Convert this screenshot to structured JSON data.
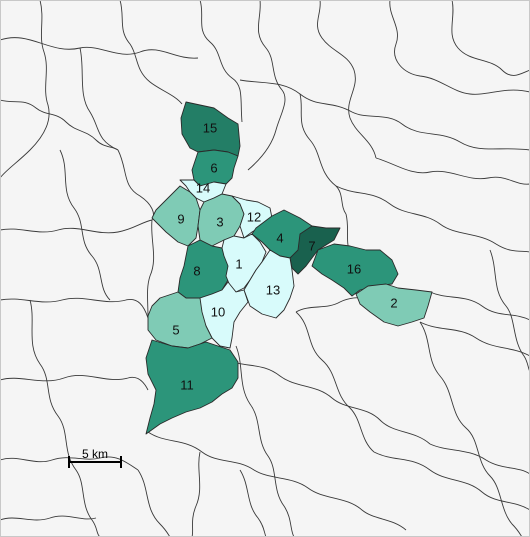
{
  "map": {
    "regions": [
      {
        "id": "1",
        "label": "1",
        "color": "#d8fbfb"
      },
      {
        "id": "2",
        "label": "2",
        "color": "#7fcbb5"
      },
      {
        "id": "3",
        "label": "3",
        "color": "#7fcbb5"
      },
      {
        "id": "4",
        "label": "4",
        "color": "#2c957a"
      },
      {
        "id": "5",
        "label": "5",
        "color": "#7fcbb5"
      },
      {
        "id": "6",
        "label": "6",
        "color": "#2c957a"
      },
      {
        "id": "7",
        "label": "7",
        "color": "#19614e"
      },
      {
        "id": "8",
        "label": "8",
        "color": "#2c957a"
      },
      {
        "id": "9",
        "label": "9",
        "color": "#7fcbb5"
      },
      {
        "id": "10",
        "label": "10",
        "color": "#d8fbfb"
      },
      {
        "id": "11",
        "label": "11",
        "color": "#2c957a"
      },
      {
        "id": "12",
        "label": "12",
        "color": "#d8fbfb"
      },
      {
        "id": "13",
        "label": "13",
        "color": "#d8fbfb"
      },
      {
        "id": "14",
        "label": "14",
        "color": "#d8fbfb"
      },
      {
        "id": "15",
        "label": "15",
        "color": "#237e66"
      },
      {
        "id": "16",
        "label": "16",
        "color": "#2c957a"
      }
    ],
    "scale_bar": {
      "label": "5 km"
    }
  }
}
